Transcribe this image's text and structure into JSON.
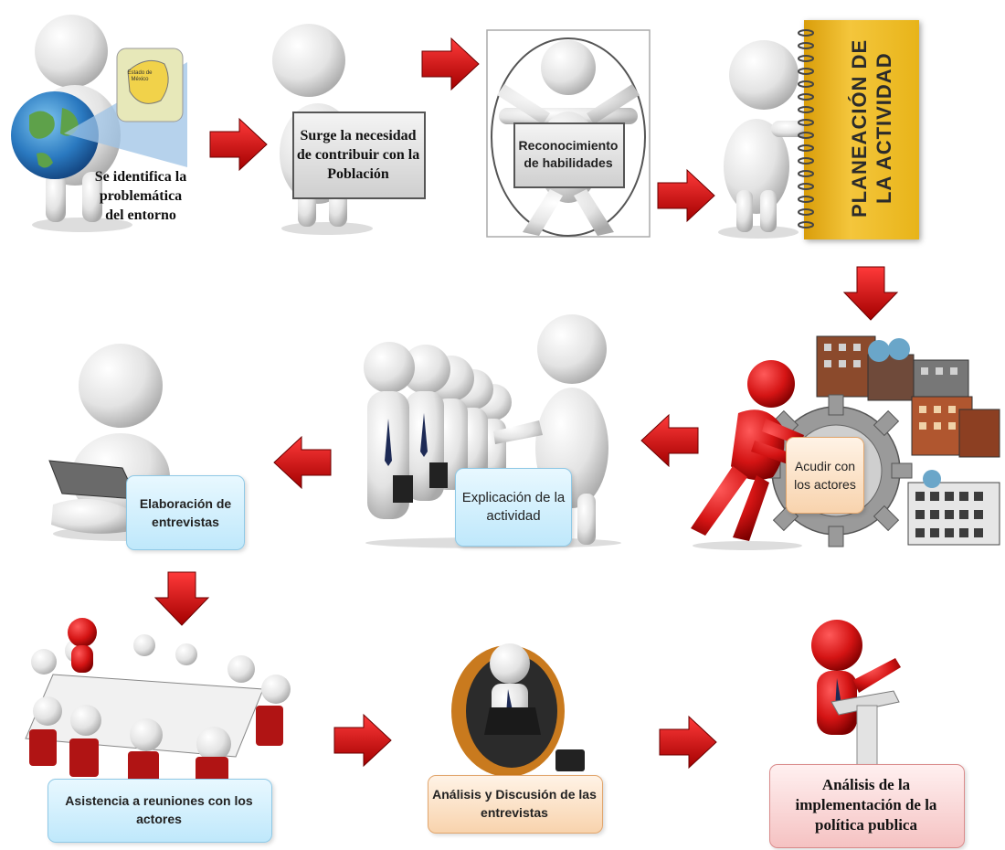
{
  "steps": {
    "s1": "Se identifica la problemática del entorno",
    "s1_map": "Estado de México",
    "s2": "Surge la necesidad de contribuir con la Población",
    "s3": "Reconocimiento de habilidades",
    "s4": "PLANEACIÓN DE LA ACTIVIDAD",
    "s5": "Acudir con los actores",
    "s6": "Explicación de la actividad",
    "s7": "Elaboración de entrevistas",
    "s8": "Asistencia a reuniones con los actores",
    "s9": "Análisis y Discusión de las entrevistas",
    "s10": "Análisis de la implementación de la política publica"
  },
  "arrows": [
    {
      "id": "a1",
      "direction": "right"
    },
    {
      "id": "a2",
      "direction": "right"
    },
    {
      "id": "a3",
      "direction": "right"
    },
    {
      "id": "a4",
      "direction": "down"
    },
    {
      "id": "a5",
      "direction": "left"
    },
    {
      "id": "a6",
      "direction": "left"
    },
    {
      "id": "a7",
      "direction": "down"
    },
    {
      "id": "a8",
      "direction": "right"
    },
    {
      "id": "a9",
      "direction": "right"
    }
  ],
  "colors": {
    "arrow": "#d10a0a",
    "figure_white": "#e9e9e9",
    "figure_red": "#d41414",
    "notebook": "#e8b419",
    "box_blue": "#cdeefc",
    "box_peach": "#fbd9b4",
    "box_pink": "#f8cccc"
  }
}
